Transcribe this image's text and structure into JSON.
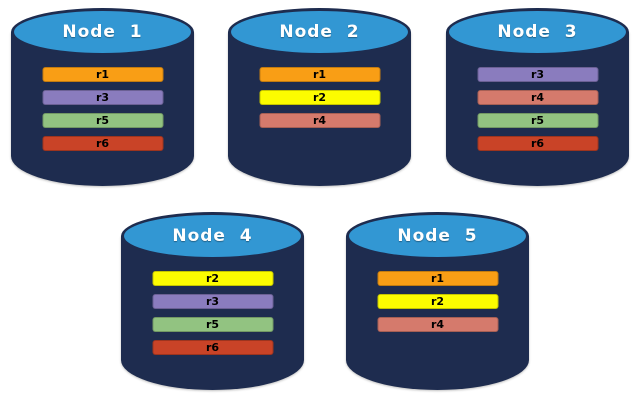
{
  "diagram": {
    "palette": {
      "cylinder_body": "#1E2C4F",
      "cylinder_top": "#3297D3",
      "node_label_text": "#FFFFFF",
      "replica_label_text": "#000000",
      "orange": "#F99E15",
      "yellow": "#FCFC00",
      "purple": "#8A7CBE",
      "green": "#92C381",
      "red": "#C94327",
      "salmon": "#D57A6C"
    },
    "nodes": [
      {
        "label": "Node  1",
        "replicas": [
          {
            "id": "r1",
            "color": "orange"
          },
          {
            "id": "r3",
            "color": "purple"
          },
          {
            "id": "r5",
            "color": "green"
          },
          {
            "id": "r6",
            "color": "red"
          }
        ]
      },
      {
        "label": "Node  2",
        "replicas": [
          {
            "id": "r1",
            "color": "orange"
          },
          {
            "id": "r2",
            "color": "yellow"
          },
          {
            "id": "r4",
            "color": "salmon"
          }
        ]
      },
      {
        "label": "Node  3",
        "replicas": [
          {
            "id": "r3",
            "color": "purple"
          },
          {
            "id": "r4",
            "color": "salmon"
          },
          {
            "id": "r5",
            "color": "green"
          },
          {
            "id": "r6",
            "color": "red"
          }
        ]
      },
      {
        "label": "Node  4",
        "replicas": [
          {
            "id": "r2",
            "color": "yellow"
          },
          {
            "id": "r3",
            "color": "purple"
          },
          {
            "id": "r5",
            "color": "green"
          },
          {
            "id": "r6",
            "color": "red"
          }
        ]
      },
      {
        "label": "Node  5",
        "replicas": [
          {
            "id": "r1",
            "color": "orange"
          },
          {
            "id": "r2",
            "color": "yellow"
          },
          {
            "id": "r4",
            "color": "salmon"
          }
        ]
      }
    ]
  }
}
